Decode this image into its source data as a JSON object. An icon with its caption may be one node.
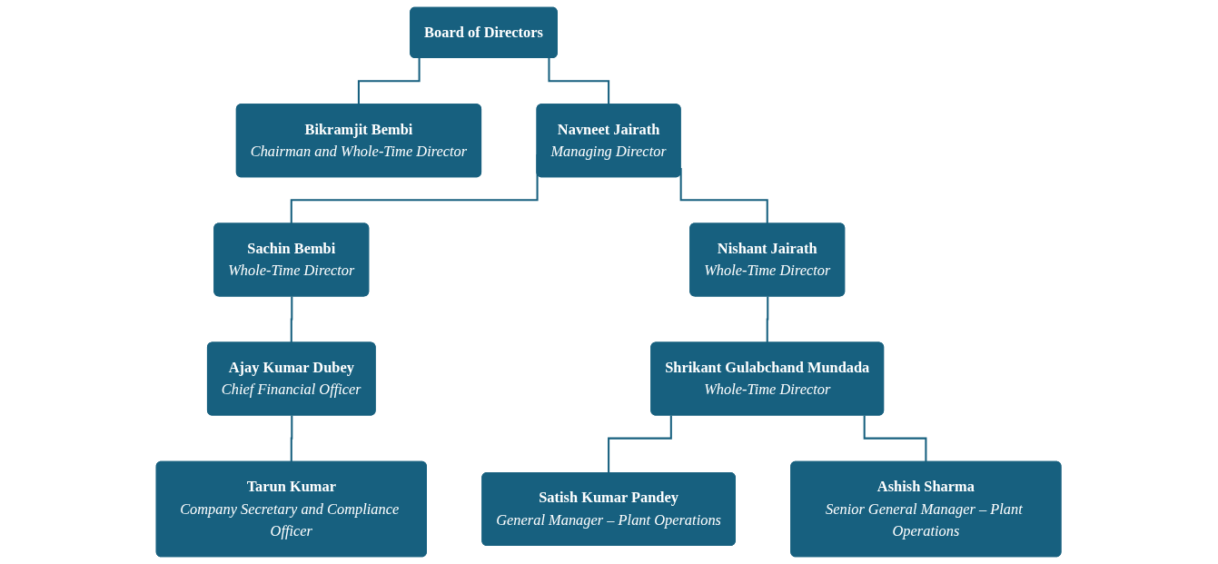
{
  "diagram": {
    "nodes": [
      {
        "text": [
          "Board of Directors"
        ]
      },
      {
        "text": [
          "Bikramjit Bembi",
          "Chairman and Whole-Time Director"
        ]
      },
      {
        "text": [
          "Navneet Jairath",
          "Managing Director"
        ]
      },
      {
        "text": [
          "Sachin Bembi",
          "Whole-Time Director"
        ]
      },
      {
        "text": [
          "Nishant Jairath",
          "Whole-Time Director"
        ]
      },
      {
        "text": [
          "Ajay Kumar Dubey",
          "Chief Financial Officer"
        ]
      },
      {
        "text": [
          "Shrikant Gulabchand Mundada",
          "Whole-Time Director"
        ]
      },
      {
        "text": [
          "Tarun Kumar",
          "Company Secretary and Compliance Officer"
        ]
      },
      {
        "text": [
          "Satish Kumar Pandey",
          "General Manager – Plant Operations"
        ]
      },
      {
        "text": [
          "Ashish Sharma",
          "Senior General Manager – Plant Operations"
        ]
      }
    ],
    "edges": [
      {
        "from": 0,
        "to": 1,
        "arrow": "none"
      },
      {
        "from": 0,
        "to": 2,
        "arrow": "none"
      },
      {
        "from": 2,
        "to": 3,
        "arrow": "none"
      },
      {
        "from": 2,
        "to": 4,
        "arrow": "none"
      },
      {
        "from": 3,
        "to": 5,
        "arrow": "none"
      },
      {
        "from": 4,
        "to": 6,
        "arrow": "none"
      },
      {
        "from": 5,
        "to": 7,
        "arrow": "none"
      },
      {
        "from": 6,
        "to": 8,
        "arrow": "none"
      },
      {
        "from": 6,
        "to": 9,
        "arrow": "none"
      }
    ]
  }
}
